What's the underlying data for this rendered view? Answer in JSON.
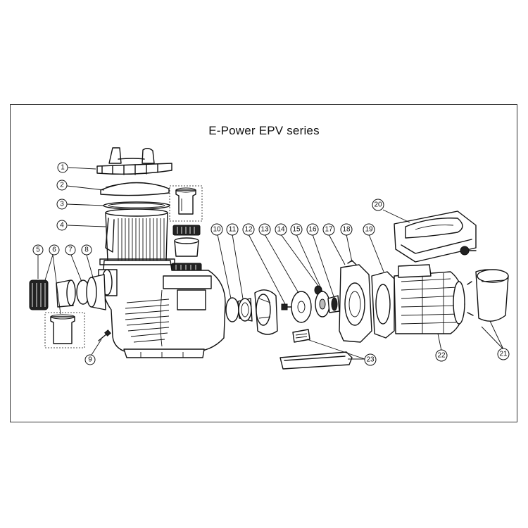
{
  "title": "E-Power EPV series",
  "part_numbers": [
    "1",
    "2",
    "3",
    "4",
    "5",
    "6",
    "7",
    "8",
    "9",
    "10",
    "11",
    "12",
    "13",
    "14",
    "15",
    "16",
    "17",
    "18",
    "19",
    "20",
    "21",
    "22",
    "23"
  ],
  "colors": {
    "line": "#111111",
    "background": "#ffffff"
  }
}
